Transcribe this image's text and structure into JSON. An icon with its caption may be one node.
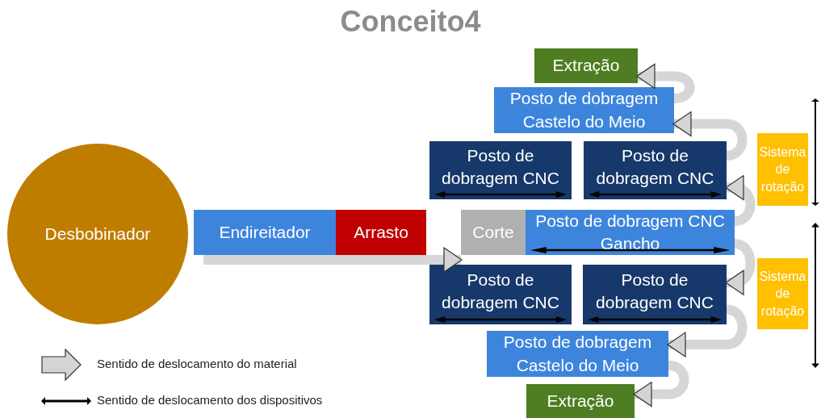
{
  "diagram": {
    "title": "Conceito4",
    "nodes": [
      {
        "text": [
          "Extração"
        ]
      },
      {
        "text": [
          "Posto de dobragem Castelo do Meio"
        ]
      },
      {
        "text": [
          "Posto de dobragem CNC"
        ]
      },
      {
        "text": [
          "Posto de dobragem CNC"
        ]
      },
      {
        "text": [
          "Sistema de rotação"
        ]
      },
      {
        "text": [
          "Desbobinador"
        ]
      },
      {
        "text": [
          "Endireitador"
        ]
      },
      {
        "text": [
          "Arrasto"
        ]
      },
      {
        "text": [
          "Corte"
        ]
      },
      {
        "text": [
          "Posto de dobragem CNC Gancho"
        ]
      },
      {
        "text": [
          "Posto de dobragem CNC"
        ]
      },
      {
        "text": [
          "Posto de dobragem CNC"
        ]
      },
      {
        "text": [
          "Sistema de rotação"
        ]
      },
      {
        "text": [
          "Posto de dobragem Castelo do Meio"
        ]
      },
      {
        "text": [
          "Extração"
        ]
      }
    ],
    "edges": [
      {
        "from": 6,
        "to": 8,
        "arrow": "to"
      },
      {
        "from": 9,
        "to": 3,
        "arrow": "to"
      },
      {
        "from": 3,
        "to": 1,
        "arrow": "to"
      },
      {
        "from": 1,
        "to": 0,
        "arrow": "to"
      },
      {
        "from": 9,
        "to": 11,
        "arrow": "to"
      },
      {
        "from": 11,
        "to": 13,
        "arrow": "to"
      },
      {
        "from": 13,
        "to": 14,
        "arrow": "to"
      }
    ],
    "legend": [
      {
        "text": "Sentido de deslocamento do material"
      },
      {
        "text": "Sentido de deslocamento dos dispositivos"
      }
    ]
  }
}
